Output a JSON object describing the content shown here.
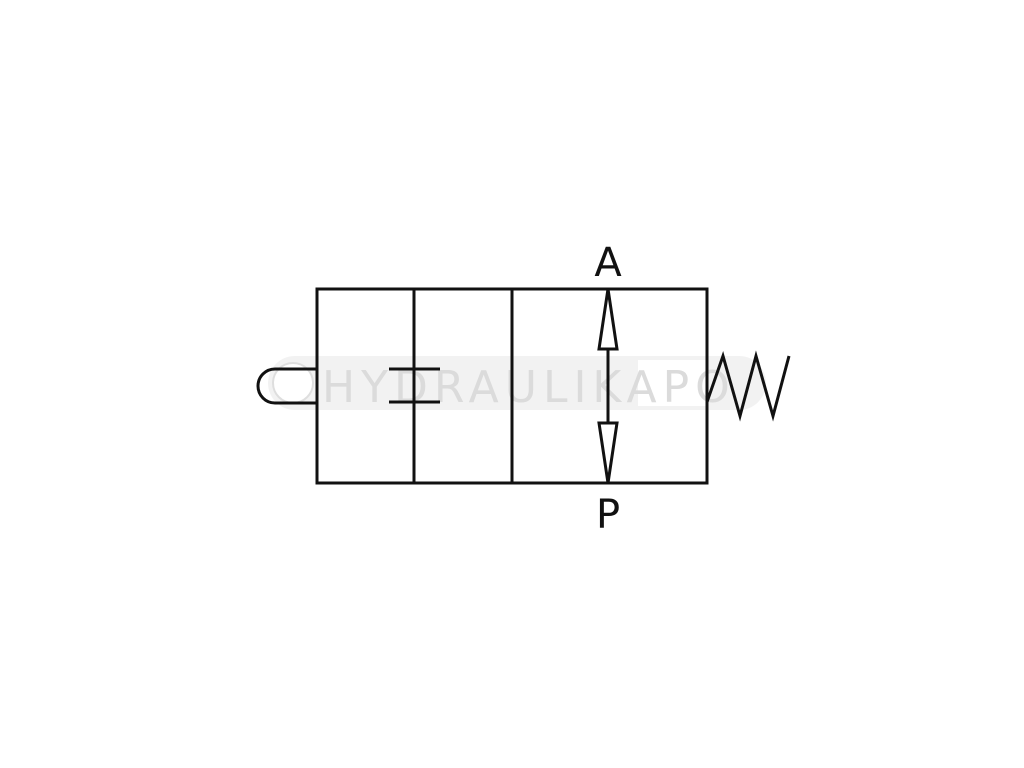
{
  "diagram": {
    "ports": {
      "top": "A",
      "bottom": "P"
    },
    "watermark": {
      "text": "HYDRAULIKAPO"
    }
  }
}
